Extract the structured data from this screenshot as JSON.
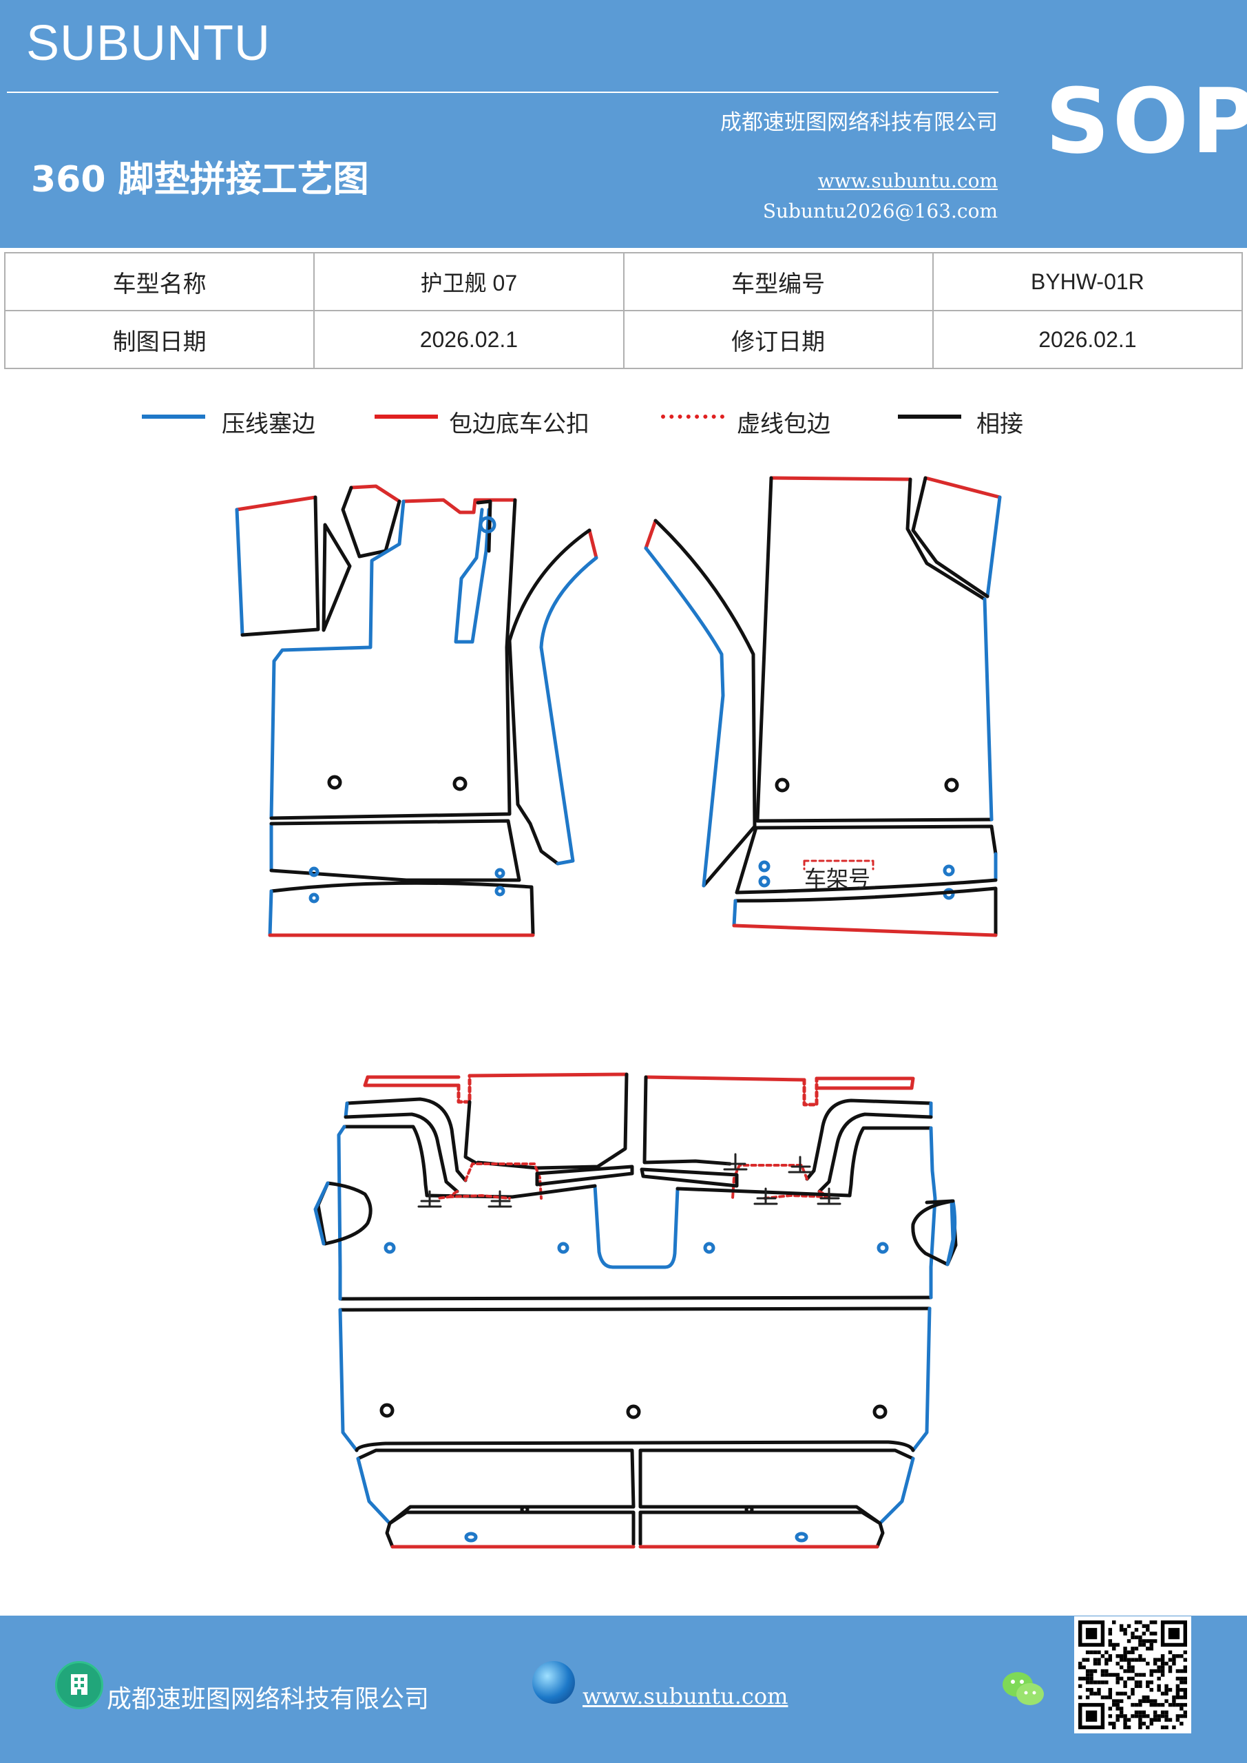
{
  "header": {
    "brand": "SUBUNTU",
    "company": "成都速班图网络科技有限公司",
    "title": "360 脚垫拼接工艺图",
    "website": "www.subuntu.com",
    "email": "Subuntu2026@163.com",
    "sop": "SOP"
  },
  "info": {
    "row1": {
      "label1": "车型名称",
      "value1": "护卫舰 07",
      "label2": "车型编号",
      "value2": "BYHW-01R"
    },
    "row2": {
      "label1": "制图日期",
      "value1": "2026.02.1",
      "label2": "修订日期",
      "value2": "2026.02.1"
    }
  },
  "legend": {
    "items": [
      {
        "label": "压线塞边",
        "color": "#1f78c8",
        "style": "solid"
      },
      {
        "label": "包边底车公扣",
        "color": "#e02020",
        "style": "solid"
      },
      {
        "label": "虚线包边",
        "color": "#e02020",
        "style": "dotted"
      },
      {
        "label": "相接",
        "color": "#111111",
        "style": "solid"
      }
    ]
  },
  "diagram": {
    "vin_label": "车架号",
    "clip_symbol": "⊥"
  },
  "colors": {
    "header_bg": "#5b9bd5",
    "blue_edge": "#1f78c8",
    "red_edge": "#d92b2b",
    "black_edge": "#111111"
  },
  "footer": {
    "company": "成都速班图网络科技有限公司",
    "website": "www.subuntu.com",
    "icons": [
      "building-icon",
      "globe-icon",
      "wechat-icon",
      "qr-code"
    ]
  }
}
